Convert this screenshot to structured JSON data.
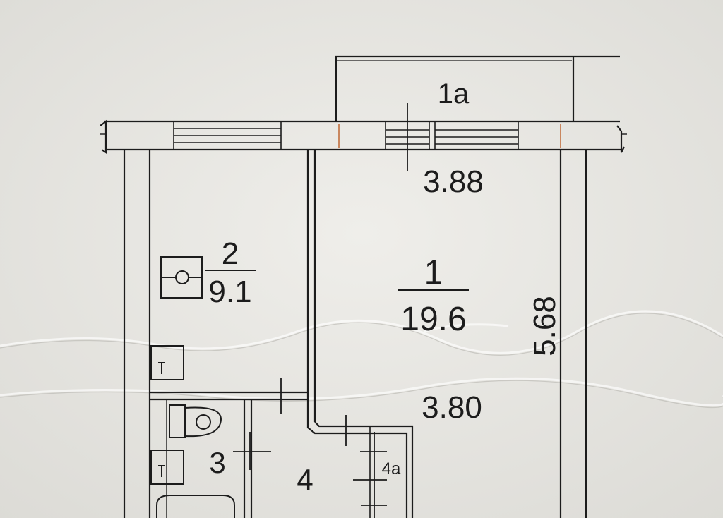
{
  "balcony": {
    "label": "1а"
  },
  "rooms": [
    {
      "number": "1",
      "area": "19.6"
    },
    {
      "number": "2",
      "area": "9.1"
    },
    {
      "number": "3"
    },
    {
      "number": "4"
    },
    {
      "number": "4а"
    }
  ],
  "dimensions": {
    "room1_width_top": "3.88",
    "room1_width_bottom": "3.80",
    "room1_length": "5.68"
  },
  "colors": {
    "paper": "#e9e8e4",
    "ink": "#1c1c1c",
    "crease": "#ffffff",
    "window_mark": "#c9875f"
  }
}
